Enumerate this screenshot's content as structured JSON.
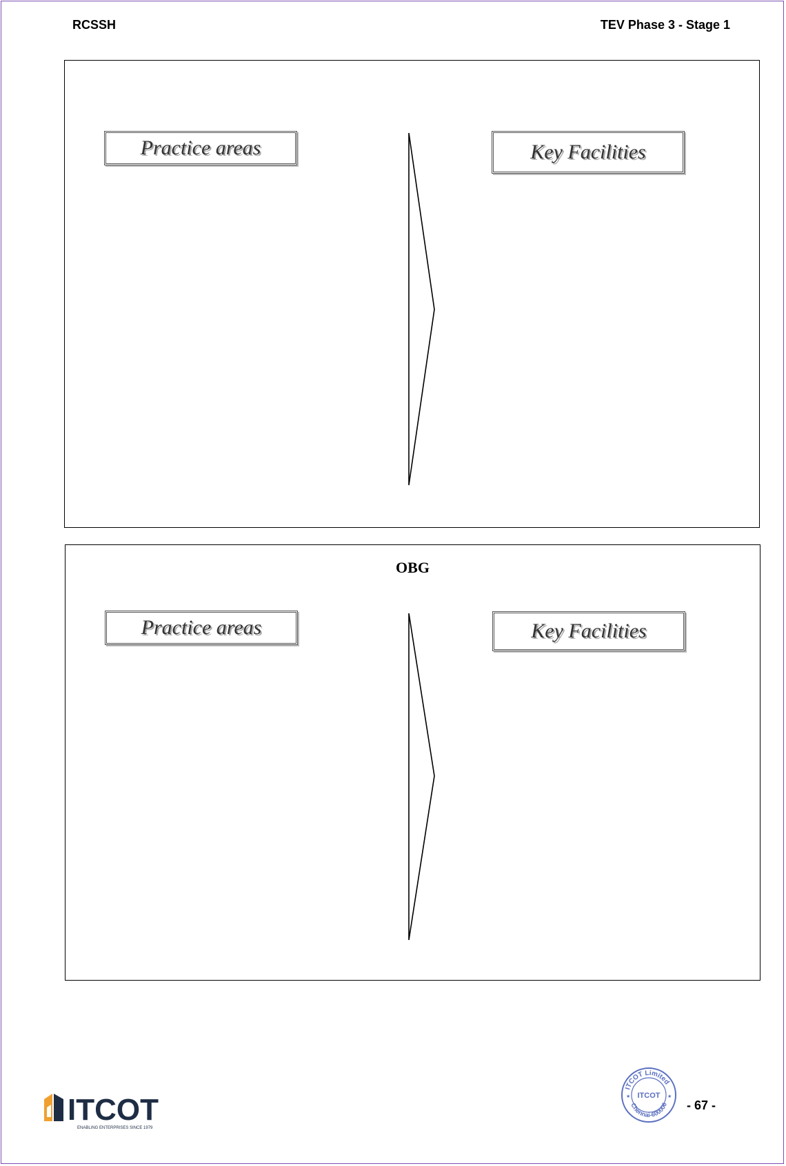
{
  "header": {
    "left": "RCSSH",
    "right": "TEV Phase 3 - Stage 1"
  },
  "panels": [
    {
      "title": "",
      "left_label": "Practice areas",
      "right_label": "Key Facilities"
    },
    {
      "title": "OBG",
      "left_label": "Practice areas",
      "right_label": "Key Facilities"
    }
  ],
  "footer": {
    "logo_text": "ITCOT",
    "logo_tagline": "ENABLING ENTERPRISES SINCE 1979",
    "seal_top": "ITCOT Limited",
    "seal_center": "ITCOT",
    "seal_bottom": "Chennai-600006",
    "page_number": "- 67 -"
  },
  "colors": {
    "page_border": "#7a4fb0",
    "logo_dark": "#1e2d44",
    "logo_orange": "#f0a030",
    "seal_blue": "#5a6fc0"
  }
}
